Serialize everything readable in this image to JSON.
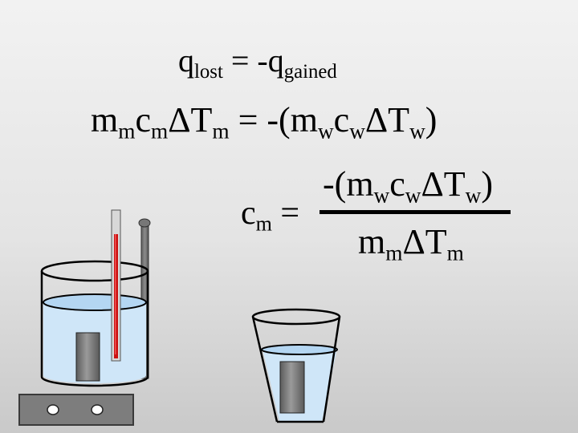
{
  "equations": {
    "line1": {
      "q1": "q",
      "q1_sub": "lost",
      "op": " = -",
      "q2": "q",
      "q2_sub": "gained"
    },
    "line2": {
      "m": "m",
      "m_sub": "m",
      "c": "c",
      "c_sub": "m",
      "dT": "ΔT",
      "dT_sub": "m",
      "op": " = -(",
      "mw": "m",
      "mw_sub": "w",
      "cw": "c",
      "cw_sub": "w",
      "dTw": "ΔT",
      "dTw_sub": "w",
      "close": ")"
    },
    "line3": {
      "lhs": "c",
      "lhs_sub": "m",
      "eq": " =",
      "num_open": "-(",
      "num_m": "m",
      "num_m_sub": "w",
      "num_c": "c",
      "num_c_sub": "w",
      "num_dT": "ΔT",
      "num_dT_sub": "w",
      "num_close": ")",
      "den_m": "m",
      "den_m_sub": "m",
      "den_dT": "ΔT",
      "den_dT_sub": "m"
    }
  },
  "colors": {
    "water": "#cfe6f8",
    "water_surface": "#a9d0f0",
    "metal": "#7a7a7a",
    "mercury": "#cc1111",
    "hotplate": "#808080"
  }
}
